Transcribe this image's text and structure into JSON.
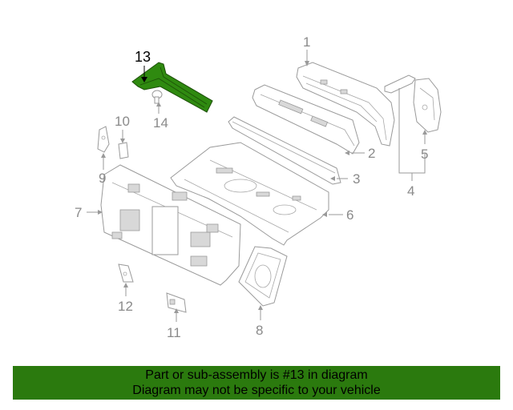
{
  "diagram": {
    "highlighted_part": "13",
    "highlight_color": "#2f8a10",
    "callouts": {
      "c1": "1",
      "c2": "2",
      "c3": "3",
      "c4": "4",
      "c5": "5",
      "c6": "6",
      "c7": "7",
      "c8": "8",
      "c9": "9",
      "c10": "10",
      "c11": "11",
      "c12": "12",
      "c13": "13",
      "c14": "14"
    }
  },
  "footer": {
    "line1": "Part or sub-assembly is #13 in diagram",
    "line2": "Diagram may not be specific to your vehicle",
    "background": "#2b7a0e"
  }
}
